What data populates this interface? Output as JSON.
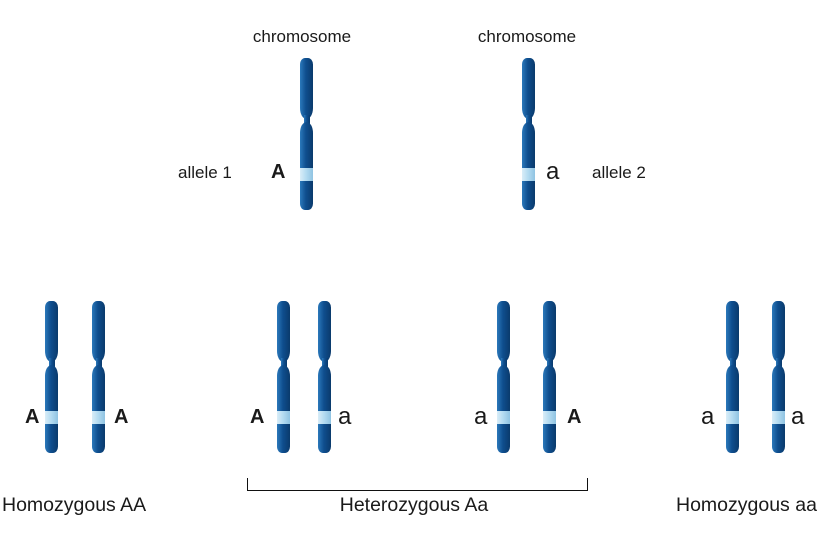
{
  "top_section": {
    "chromosome_label_left": "chromosome",
    "chromosome_label_right": "chromosome",
    "allele1_label": "allele 1",
    "allele1_letter": "A",
    "allele2_letter": "a",
    "allele2_label": "allele 2"
  },
  "bottom_section": {
    "pairs": [
      {
        "left": "A",
        "right": "A"
      },
      {
        "left": "A",
        "right": "a"
      },
      {
        "left": "a",
        "right": "A"
      },
      {
        "left": "a",
        "right": "a"
      }
    ],
    "captions": {
      "left": "Homozygous AA",
      "middle": "Heterozygous Aa",
      "right": "Homozygous aa"
    }
  },
  "colors": {
    "chromosome_dark": "#0f4e8e",
    "chromosome_highlight": "#2b79bb",
    "chromosome_shadow": "#0a3a6c",
    "band_light": "#b5dcf1",
    "band_lighter": "#d9edf8",
    "band_shadow": "#8fc3e2",
    "text": "#1a1a1a",
    "background": "#ffffff"
  }
}
